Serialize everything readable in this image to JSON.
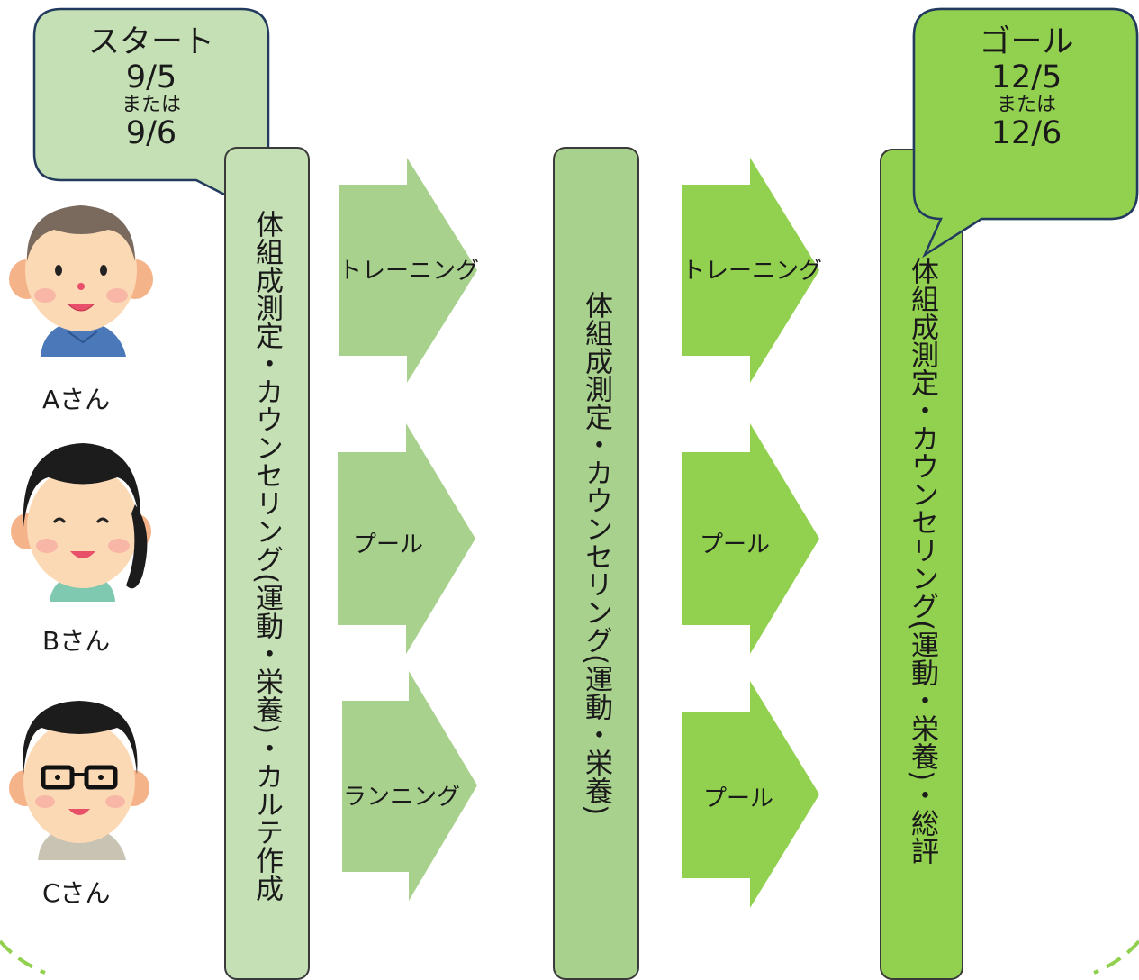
{
  "colors": {
    "stage1": "#c5e0b4",
    "stage2": "#a9d18e",
    "stage3": "#92d050",
    "outline": "#3a3a3a",
    "bubble_border": "#223a5e"
  },
  "start_bubble": {
    "title": "スタート",
    "date1": "9/5",
    "or": "または",
    "date2": "9/6"
  },
  "goal_bubble": {
    "title": "ゴール",
    "date1": "12/5",
    "or": "または",
    "date2": "12/6"
  },
  "people": [
    {
      "label": "Aさん",
      "icon": "man-icon"
    },
    {
      "label": "Bさん",
      "icon": "woman-icon"
    },
    {
      "label": "Cさん",
      "icon": "man-glasses-icon"
    }
  ],
  "stages": [
    "体組成測定・カウンセリング(運動・栄養)・カルテ作成",
    "体組成測定・カウンセリング(運動・栄養)",
    "体組成測定・カウンセリング(運動・栄養)・総評"
  ],
  "phase1_arrows": [
    "トレーニング",
    "プール",
    "ランニング"
  ],
  "phase2_arrows": [
    "トレーニング",
    "プール",
    "プール"
  ]
}
